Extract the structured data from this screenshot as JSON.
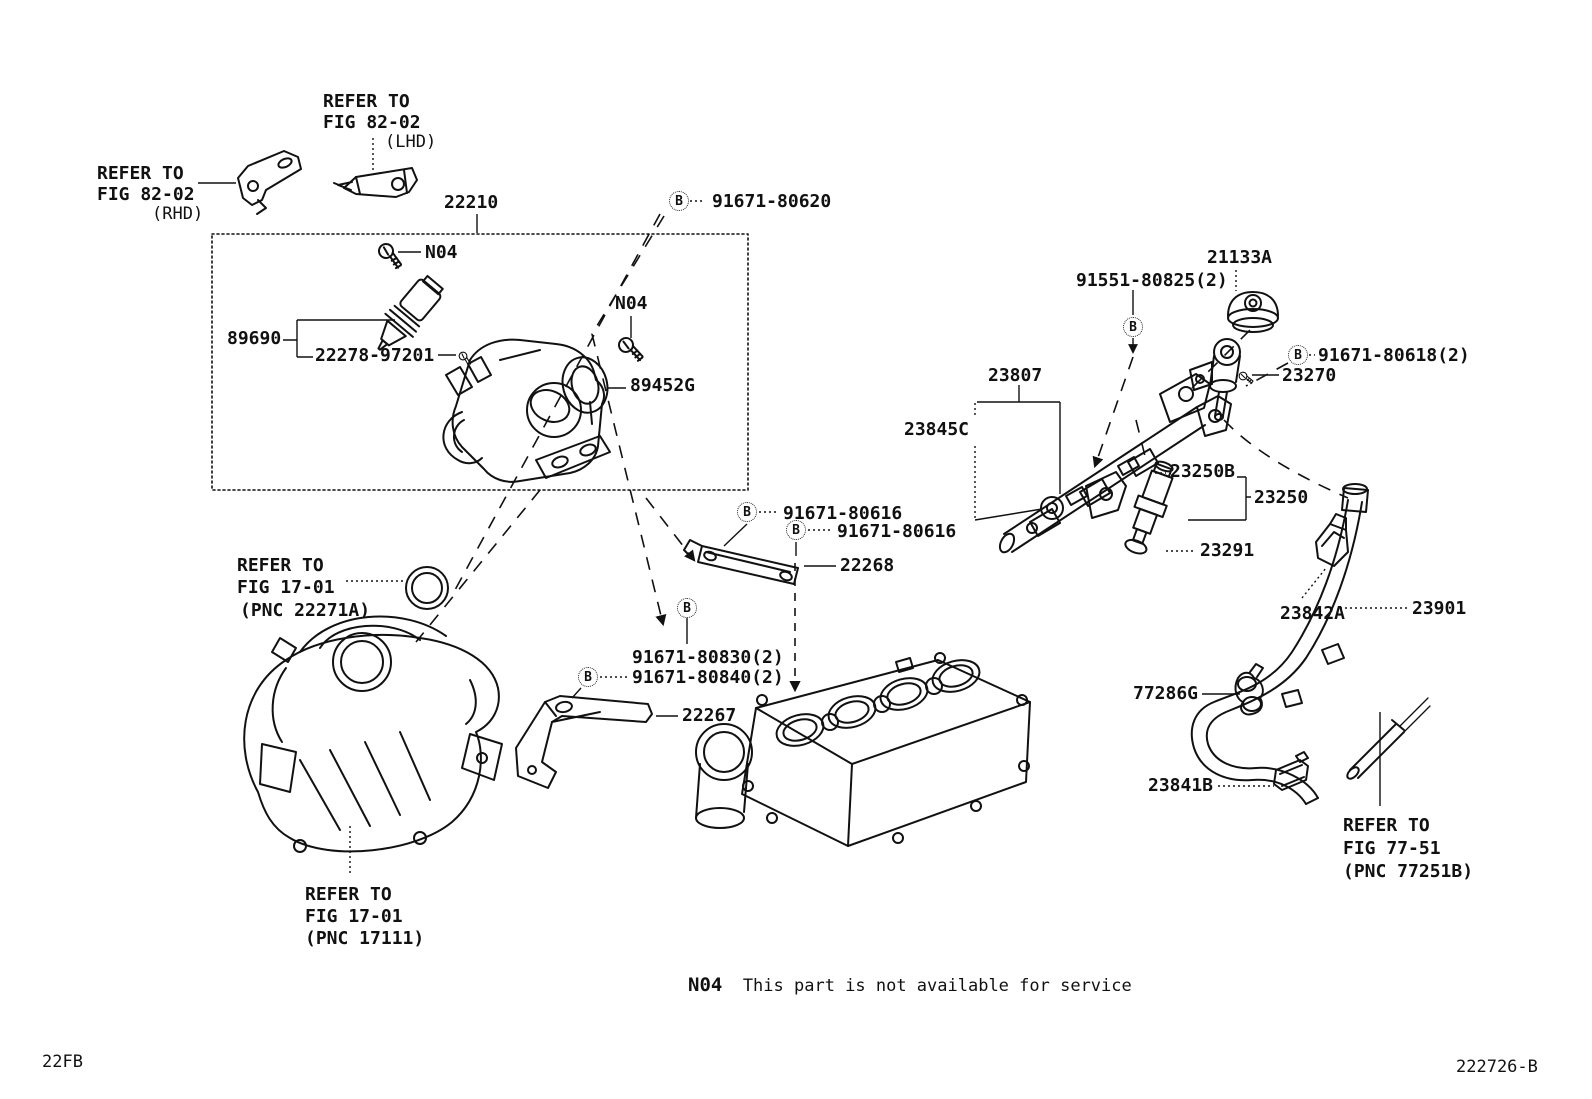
{
  "doc": {
    "b": "B",
    "note_code": "N04",
    "note_text": "This part is not available for service",
    "footer_left": "22FB",
    "footer_right": "222726-B",
    "line_color": "#111111",
    "bg_color": "#ffffff"
  },
  "labels": {
    "refer_fig8202_rhd": {
      "l1": "REFER TO",
      "l2": "FIG 82-02",
      "l3": "(RHD)"
    },
    "refer_fig8202_lhd": {
      "l1": "REFER TO",
      "l2": "FIG 82-02",
      "l3": "(LHD)"
    },
    "part_22210": "22210",
    "n04_top": "N04",
    "part_89690": "89690",
    "part_22278_97201": "22278-97201",
    "n04_right": "N04",
    "part_89452g": "89452G",
    "bolt_91671_80620": "91671-80620",
    "part_21133a": "21133A",
    "bolt_91551_80825": "91551-80825(2)",
    "bolt_91671_80618": "91671-80618(2)",
    "part_23270": "23270",
    "part_23807": "23807",
    "part_23845c": "23845C",
    "part_23250b": "23250B",
    "part_23250": "23250",
    "part_23291": "23291",
    "part_23842a": "23842A",
    "part_23901": "23901",
    "part_77286g": "77286G",
    "part_23841b": "23841B",
    "refer_fig7751": {
      "l1": "REFER TO",
      "l2": "FIG 77-51",
      "l3": "(PNC 77251B)"
    },
    "bolt_91671_80616_a": "91671-80616",
    "bolt_91671_80616_b": "91671-80616",
    "part_22268": "22268",
    "refer_fig1701_oring": {
      "l1": "REFER TO",
      "l2": "FIG 17-01",
      "l3": "(PNC 22271A)"
    },
    "bolt_91671_80830": "91671-80830(2)",
    "bolt_91671_80840": "91671-80840(2)",
    "part_22267": "22267",
    "refer_fig1701_manifold": {
      "l1": "REFER TO",
      "l2": "FIG 17-01",
      "l3": "(PNC 17111)"
    }
  }
}
